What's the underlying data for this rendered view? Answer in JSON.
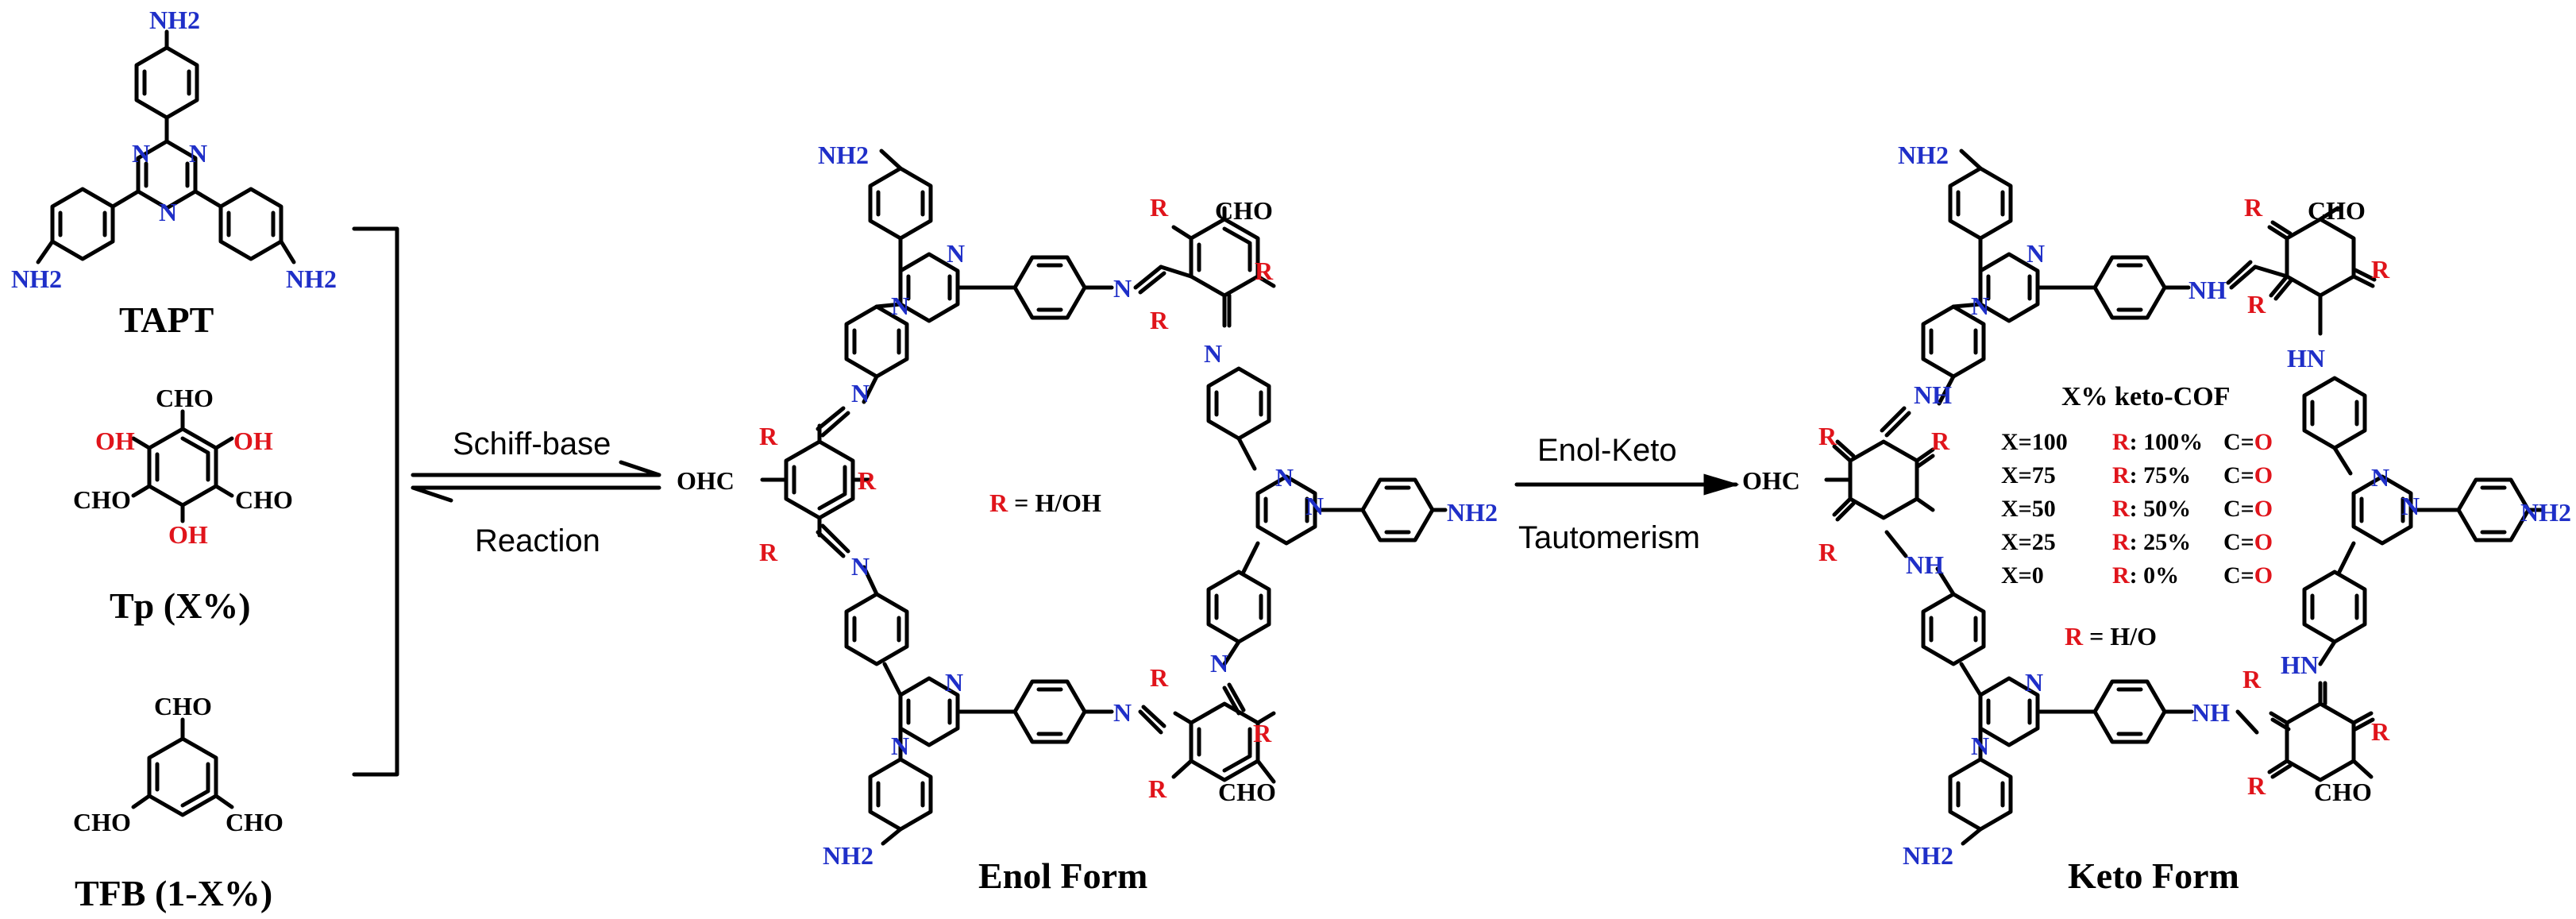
{
  "monomers": {
    "tapt": {
      "name": "TAPT",
      "amine": "NH2",
      "ring_n": "N"
    },
    "tp": {
      "name": "Tp (X%)",
      "cho": "CHO",
      "oh": "OH"
    },
    "tfb": {
      "name": "TFB (1-X%)",
      "cho": "CHO"
    }
  },
  "arrows": {
    "schiff_top": "Schiff-base",
    "schiff_bottom": "Reaction",
    "enolketo_top": "Enol-Keto",
    "enolketo_bottom": "Tautomerism"
  },
  "enol": {
    "caption": "Enol Form",
    "r_def_r": "R",
    "r_def_rest": " = H/OH",
    "labels": {
      "r": "R",
      "cho": "CHO",
      "ohc": "OHC",
      "nh2": "NH2",
      "n": "N"
    }
  },
  "keto": {
    "caption": "Keto Form",
    "table_title": "X% keto-COF",
    "rows": [
      {
        "x": "X=100",
        "r": "R",
        "pct": ": 100%",
        "co_c": "C",
        "co_o": "O"
      },
      {
        "x": "X=75",
        "r": "R",
        "pct": ": 75%",
        "co_c": "C",
        "co_o": "O"
      },
      {
        "x": "X=50",
        "r": "R",
        "pct": ": 50%",
        "co_c": "C",
        "co_o": "O"
      },
      {
        "x": "X=25",
        "r": "R",
        "pct": ": 25%",
        "co_c": "C",
        "co_o": "O"
      },
      {
        "x": "X=0",
        "r": "R",
        "pct": ": 0%",
        "co_c": "C",
        "co_o": "O"
      }
    ],
    "r_def_r": "R",
    "r_def_rest": " = H/O",
    "labels": {
      "r": "R",
      "cho": "CHO",
      "ohc": "OHC",
      "nh2": "NH2",
      "nh": "NH",
      "hn": "HN",
      "n": "N"
    }
  },
  "colors": {
    "amine": "#1f2fc8",
    "hydroxyl": "#e0141b",
    "bond": "#000000"
  }
}
